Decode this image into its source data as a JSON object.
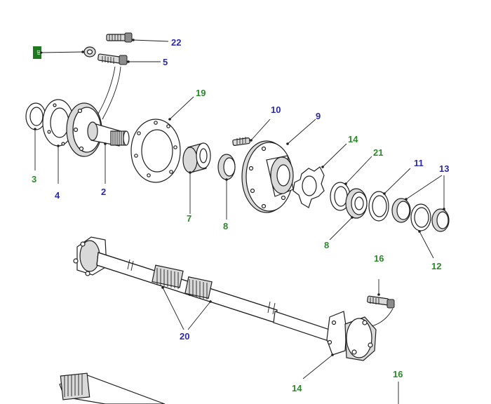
{
  "colors": {
    "green_callout": "#2a8a2a",
    "blue_callout": "#2a2aaa",
    "badge_green": "#1f7a1f",
    "line": "#1f1f1f"
  },
  "badge": {
    "icon": "ntt-badge-icon",
    "label": "ntt"
  },
  "callouts": {
    "c22": "22",
    "c5": "5",
    "c19": "19",
    "c10": "10",
    "c9": "9",
    "c14a": "14",
    "c21": "21",
    "c11": "11",
    "c13": "13",
    "c3": "3",
    "c4": "4",
    "c2": "2",
    "c7": "7",
    "c8a": "8",
    "c8b": "8",
    "c12": "12",
    "c16a": "16",
    "c20": "20",
    "c14b": "14",
    "c16b": "16"
  }
}
